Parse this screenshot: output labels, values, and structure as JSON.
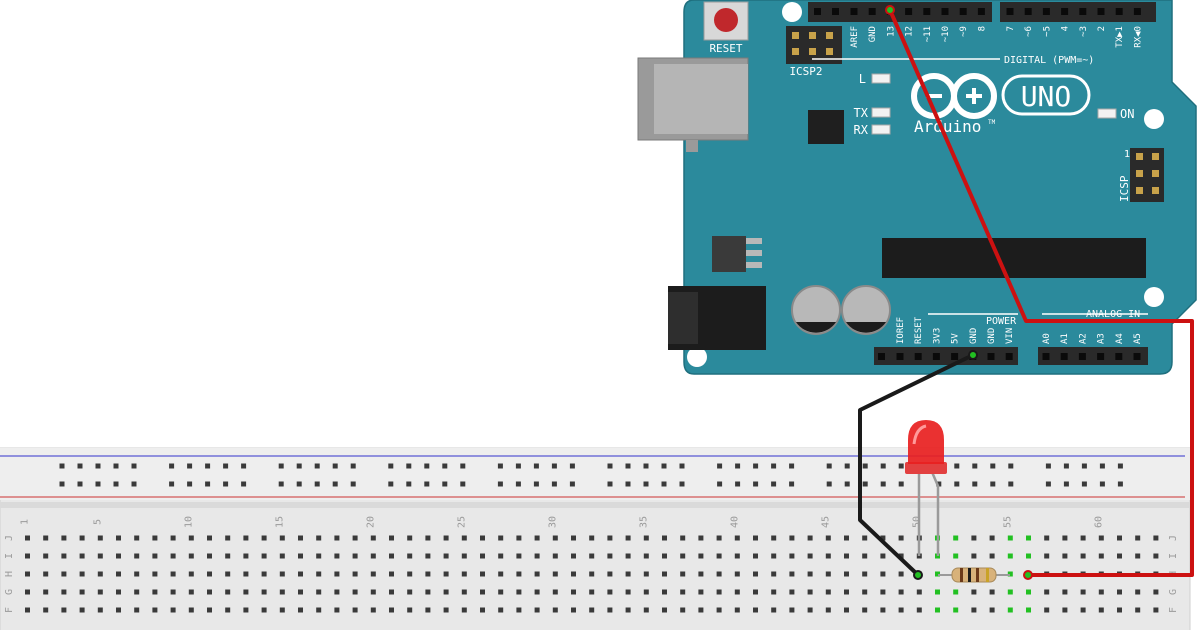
{
  "board": {
    "reset_label": "RESET",
    "icsp2_label": "ICSP2",
    "icsp_label": "ICSP",
    "icsp_pin1": "1",
    "led_l": "L",
    "led_tx": "TX",
    "led_rx": "RX",
    "led_on": "ON",
    "logo_text": "Arduino",
    "logo_tm": "TM",
    "model": "UNO",
    "digital_label": "DIGITAL (PWM=~)",
    "digital_pins_left": [
      "AREF",
      "GND",
      "13",
      "12",
      "~11",
      "~10",
      "~9",
      "8"
    ],
    "digital_pins_right": [
      "7",
      "~6",
      "~5",
      "4",
      "~3",
      "2",
      "TX▶1",
      "RX◀0"
    ],
    "power_label": "POWER",
    "analog_label": "ANALOG IN",
    "power_pins": [
      "IOREF",
      "RESET",
      "3V3",
      "5V",
      "GND",
      "GND",
      "VIN"
    ],
    "analog_pins": [
      "A0",
      "A1",
      "A2",
      "A3",
      "A4",
      "A5"
    ],
    "colors": {
      "board": "#2b8a9c",
      "board_edge": "#1f6f7e",
      "silkscreen": "#ffffff",
      "header": "#2a2a2a"
    }
  },
  "breadboard": {
    "column_numbers": [
      "1",
      "5",
      "10",
      "15",
      "20",
      "25",
      "30",
      "35",
      "40",
      "45",
      "50",
      "55",
      "60"
    ],
    "row_letters": [
      "J",
      "I",
      "H",
      "G",
      "F"
    ],
    "colors": {
      "body": "#e6e6e6",
      "hole": "#3a3a3a",
      "active_hole": "#22c022",
      "rail_blue": "#3333cc",
      "rail_red": "#cc3333"
    }
  },
  "wires": {
    "red": "#cc1111",
    "black": "#1a1a1a"
  },
  "led": {
    "color": "#e82020"
  },
  "resistor": {
    "body": "#d8b27a"
  }
}
